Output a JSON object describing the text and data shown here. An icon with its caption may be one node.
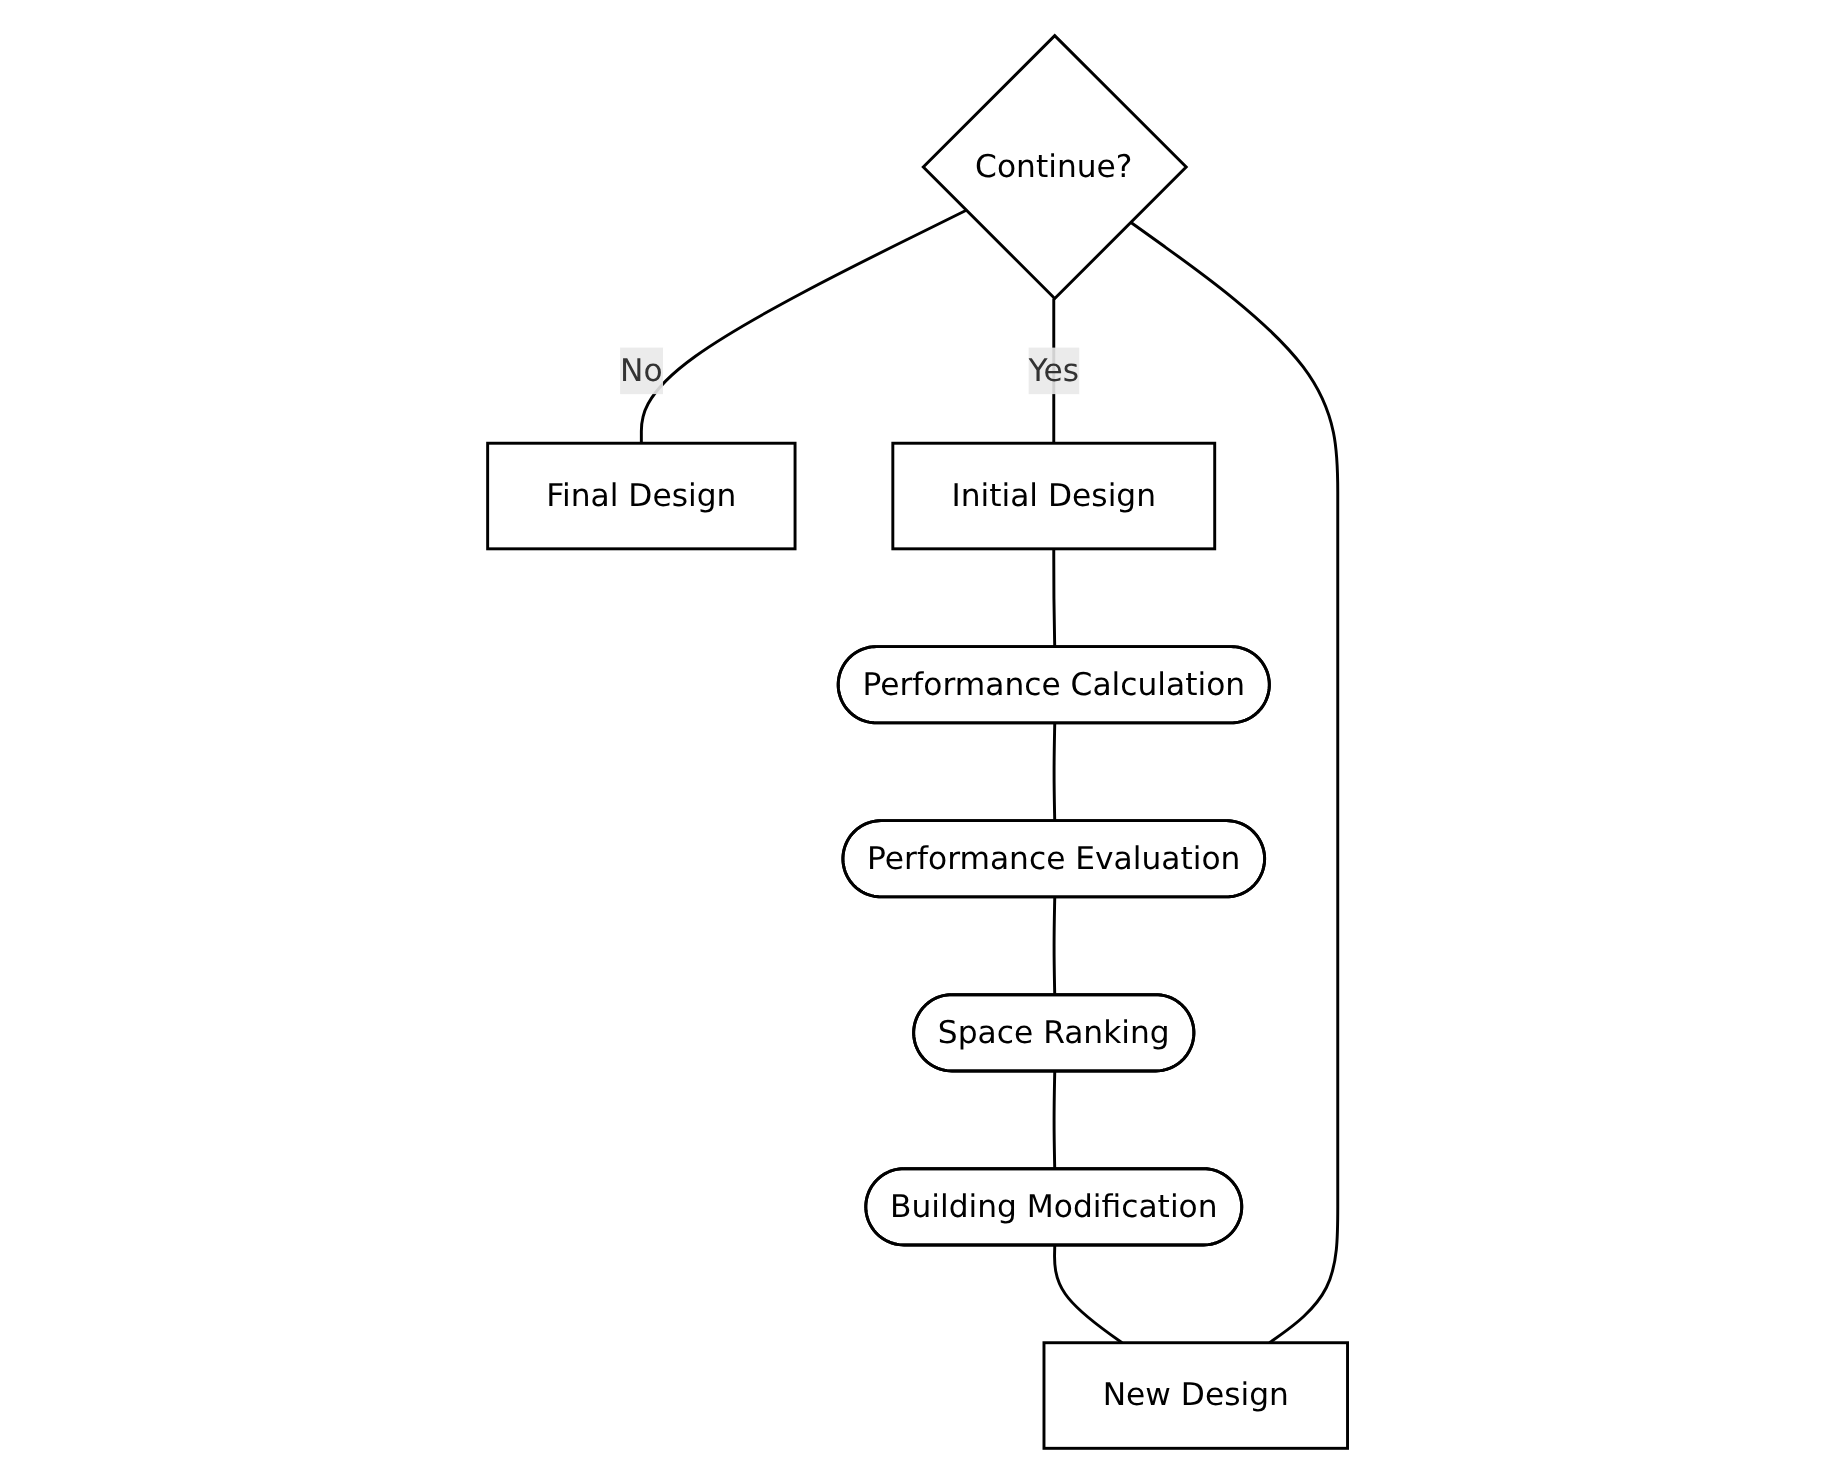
{
  "diagram": {
    "nodes": [
      {
        "text": [
          "Final Design"
        ]
      },
      {
        "text": [
          "Continue?"
        ]
      },
      {
        "text": [
          "New Design"
        ]
      },
      {
        "text": [
          "Initial Design"
        ]
      },
      {
        "text": [
          "Performance Calculation"
        ]
      },
      {
        "text": [
          "Performance Evaluation"
        ]
      },
      {
        "text": [
          "Space Ranking"
        ]
      },
      {
        "text": [
          "Building Modification"
        ]
      }
    ],
    "edges": [
      {
        "from": 1,
        "to": 0,
        "arrow": "none",
        "label": "No"
      },
      {
        "from": 1,
        "to": 3,
        "arrow": "none",
        "label": "Yes"
      },
      {
        "from": 2,
        "to": 1,
        "arrow": "none"
      },
      {
        "from": 3,
        "to": 4,
        "arrow": "none"
      },
      {
        "from": 4,
        "to": 5,
        "arrow": "none"
      },
      {
        "from": 5,
        "to": 6,
        "arrow": "none"
      },
      {
        "from": 6,
        "to": 7,
        "arrow": "none"
      },
      {
        "from": 7,
        "to": 2,
        "arrow": "none"
      }
    ]
  }
}
